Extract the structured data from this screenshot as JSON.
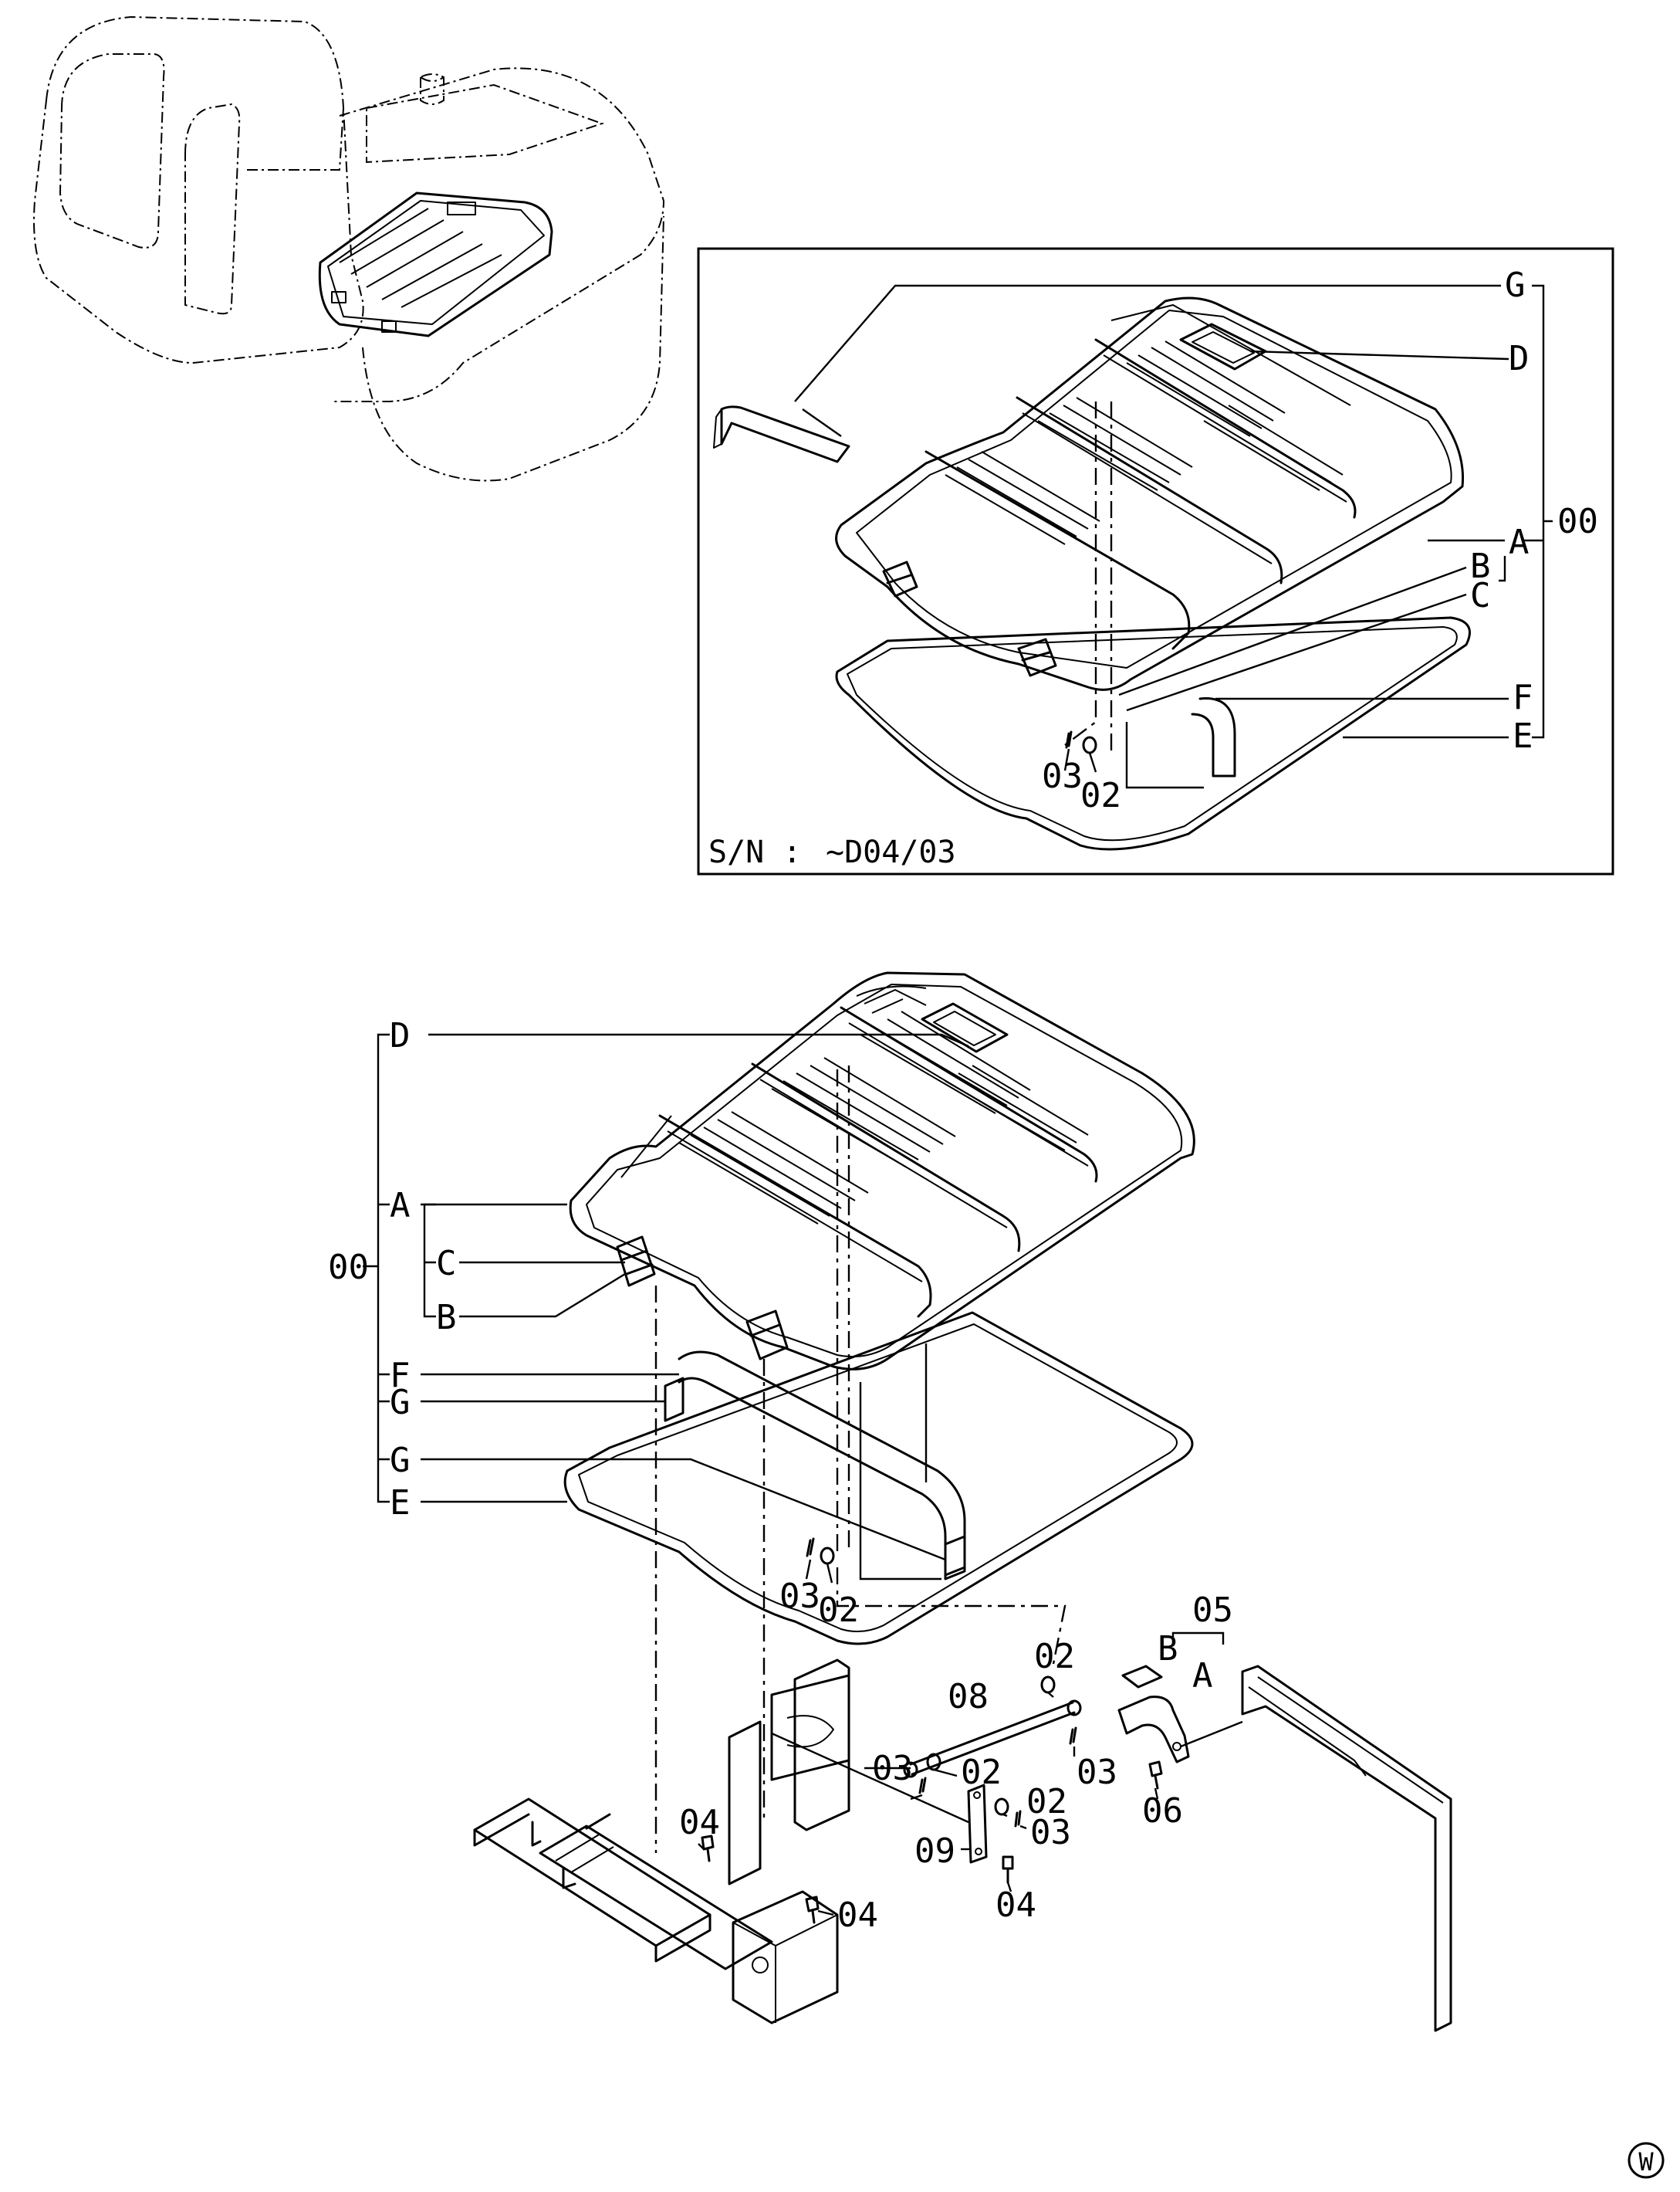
{
  "inset": {
    "serial_prefix": "S/N :",
    "serial_range": "~D04/03",
    "labels": {
      "g": "G",
      "d": "D",
      "a": "A",
      "b": "B",
      "c": "C",
      "f": "F",
      "e": "E",
      "assy": "00",
      "washer": "02",
      "pin": "03"
    }
  },
  "main": {
    "labels": {
      "d": "D",
      "a": "A",
      "assy": "00",
      "c": "C",
      "b": "B",
      "f": "F",
      "g1": "G",
      "g2": "G",
      "e": "E",
      "pin_a": "03",
      "washer_a": "02",
      "washer_b": "02",
      "pin_b": "03",
      "rod": "08",
      "pin_c": "03",
      "washer_c": "02",
      "washer_d": "02",
      "pin_d": "03",
      "bolt_a": "04",
      "bolt_b": "04",
      "bolt_c": "04",
      "stay": "09",
      "bracket_assy": "05",
      "bracket_b": "B",
      "bracket_a": "A",
      "bolt_06": "06"
    }
  },
  "corner_mark": "W",
  "colors": {
    "ink": "#000000",
    "paper": "#ffffff"
  },
  "icons": [
    "excavator-context-outline",
    "cover-assembly",
    "corner-circle-mark"
  ]
}
